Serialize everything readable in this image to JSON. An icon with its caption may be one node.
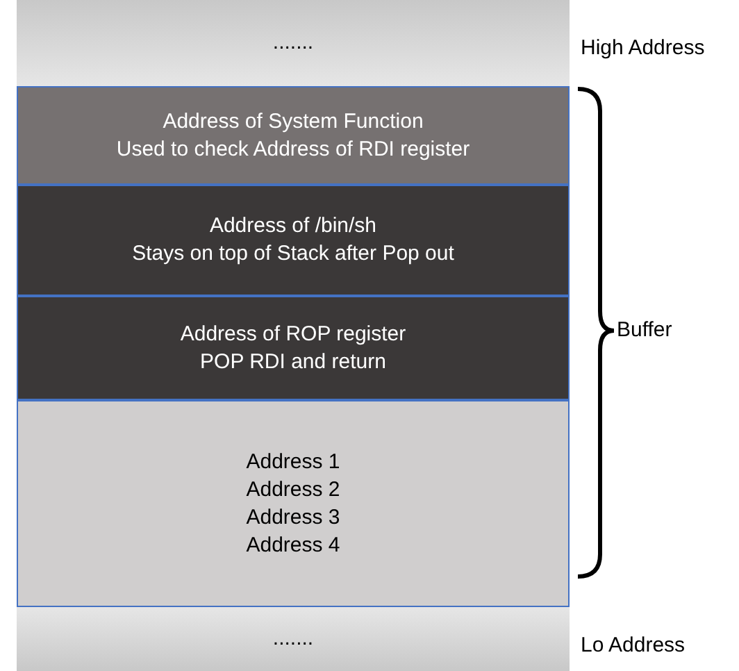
{
  "diagram": {
    "nodes": [
      {
        "text": [
          "......."
        ]
      },
      {
        "text": [
          "Address of System Function",
          "Used to check Address of RDI register"
        ]
      },
      {
        "text": [
          "Address of /bin/sh",
          "Stays on top of Stack after Pop out"
        ]
      },
      {
        "text": [
          "Address of ROP register",
          "POP RDI and return"
        ]
      },
      {
        "text": [
          "Address 1",
          "Address 2",
          "Address 3",
          "Address 4"
        ]
      },
      {
        "text": [
          "......."
        ]
      }
    ],
    "edges": [],
    "labels": [
      "High Address",
      "Buffer",
      "Lo Address"
    ]
  }
}
